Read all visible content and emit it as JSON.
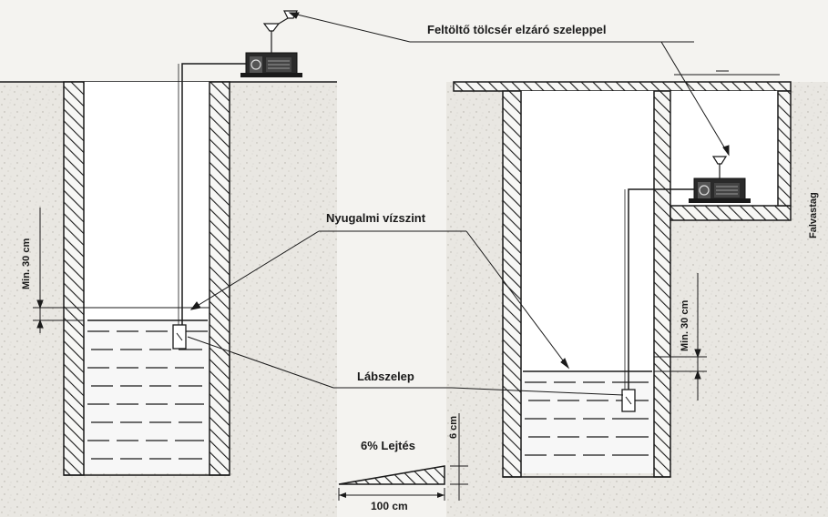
{
  "labels": {
    "funnel_valve": "Feltöltő tölcsér elzáró szeleppel",
    "static_level": "Nyugalmi vízszint",
    "foot_valve": "Lábszelep",
    "slope": "6% Lejtés",
    "min_left": "Min. 30 cm",
    "min_right": "Min. 30 cm",
    "height_6cm": "6 cm",
    "length_100cm": "100 cm",
    "wall_edge": "Falvastag"
  },
  "colors": {
    "ink": "#1a1a1a",
    "soil": "#e7e5e0",
    "background": "#f4f3f0"
  }
}
